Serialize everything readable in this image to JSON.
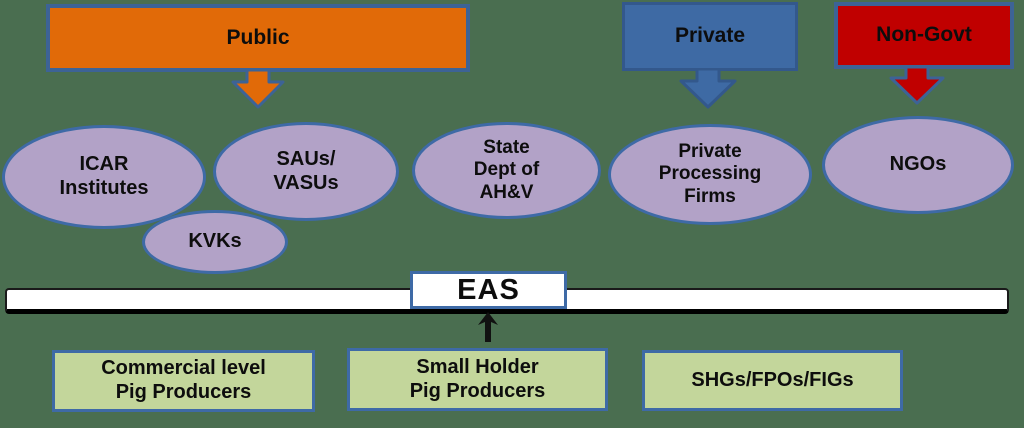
{
  "colors": {
    "background": "#4a6e50",
    "public_fill": "#e16a08",
    "private_fill": "#3e6aa4",
    "non_govt_fill": "#c00000",
    "ellipse_fill": "#b2a2c7",
    "producer_fill": "#c3d69b",
    "border_blue": "#3e6aa6",
    "eas_bar_fill": "#ffffff",
    "text": "#0d0d0d"
  },
  "sectors": {
    "public": {
      "label": "Public"
    },
    "private": {
      "label": "Private"
    },
    "non_govt": {
      "label": "Non-Govt"
    }
  },
  "organizations": {
    "icar": {
      "label": "ICAR\nInstitutes"
    },
    "saus": {
      "label": "SAUs/\nVASUs"
    },
    "kvks": {
      "label": "KVKs"
    },
    "state_dept": {
      "label": "State\nDept of\nAH&V"
    },
    "private_processing": {
      "label": "Private\nProcessing\nFirms"
    },
    "ngos": {
      "label": "NGOs"
    }
  },
  "eas": {
    "label": "EAS"
  },
  "producers": {
    "commercial": {
      "label": "Commercial level\nPig Producers"
    },
    "small_holder": {
      "label": "Small Holder\nPig Producers"
    },
    "shgs": {
      "label": "SHGs/FPOs/FIGs"
    }
  }
}
